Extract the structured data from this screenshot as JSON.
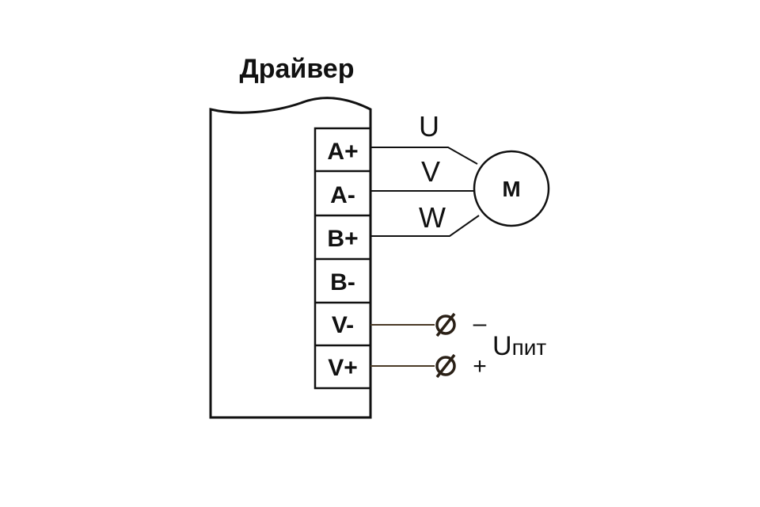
{
  "title": "Драйвер",
  "terminals": [
    "A+",
    "A-",
    "B+",
    "B-",
    "V-",
    "V+"
  ],
  "phases": [
    "U",
    "V",
    "W"
  ],
  "motor": "M",
  "supply": {
    "label": "U",
    "subscript": "пит",
    "minus": "–",
    "plus": "+"
  }
}
